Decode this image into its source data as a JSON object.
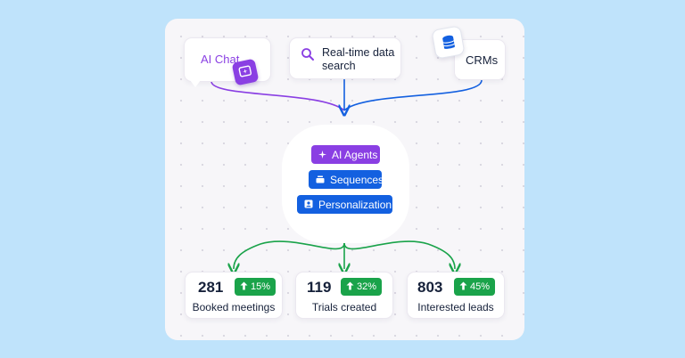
{
  "sources": {
    "ai_chat": {
      "label": "AI Chat",
      "icon": "chat-sparkle-icon",
      "color": "#8a3fe3"
    },
    "search": {
      "label": "Real-time data search",
      "icon": "search-icon"
    },
    "crms": {
      "label": "CRMs",
      "icon": "database-icon"
    }
  },
  "hub": {
    "items": [
      {
        "label": "AI Agents",
        "icon": "sparkle-icon",
        "color": "#8a3fe3"
      },
      {
        "label": "Sequences",
        "icon": "stack-icon",
        "color": "#1360e0"
      },
      {
        "label": "Personalization",
        "icon": "person-card-icon",
        "color": "#1360e0"
      }
    ]
  },
  "results": [
    {
      "value": "281",
      "change": "15%",
      "label": "Booked meetings"
    },
    {
      "value": "119",
      "change": "32%",
      "label": "Trials created"
    },
    {
      "value": "803",
      "change": "45%",
      "label": "Interested leads"
    }
  ],
  "colors": {
    "background": "#bfe3fb",
    "purple": "#8a3fe3",
    "blue": "#1360e0",
    "green": "#1aa34a"
  }
}
